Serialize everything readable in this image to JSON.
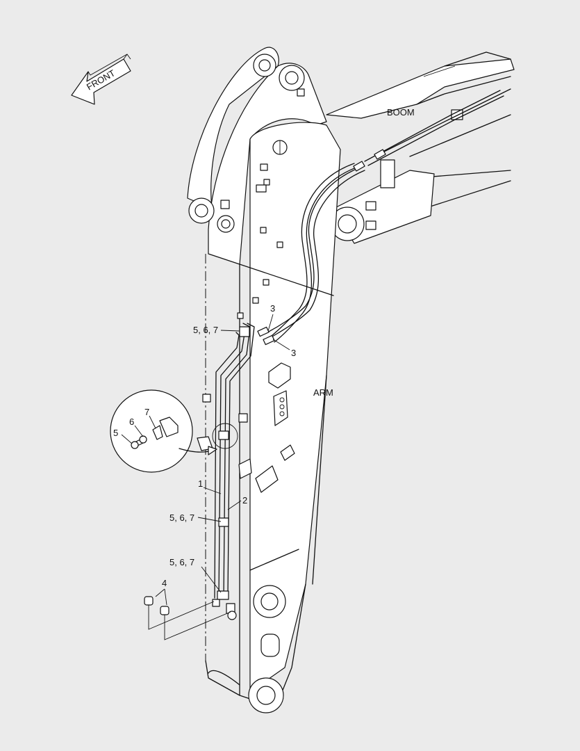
{
  "direction_arrow": {
    "label": "FRONT"
  },
  "components": {
    "boom": "BOOM",
    "arm": "ARM"
  },
  "callouts": {
    "c3_top": "3",
    "c3_bottom": "3",
    "c567_top": "5, 6, 7",
    "c567_mid": "5, 6, 7",
    "c567_low": "5, 6, 7",
    "c1": "1",
    "c2": "2",
    "c4": "4",
    "detail_5": "5",
    "detail_6": "6",
    "detail_7": "7"
  }
}
